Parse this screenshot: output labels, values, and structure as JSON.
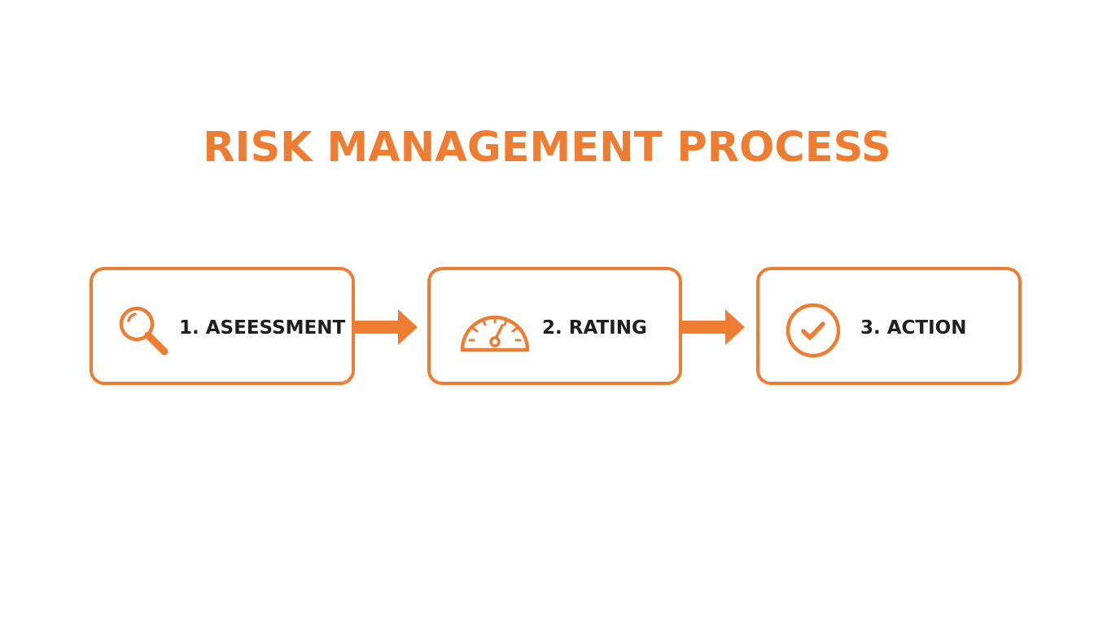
{
  "title": "RISK MANAGEMENT PROCESS",
  "accent_color": "#ee7d32",
  "steps": [
    {
      "label": "1. ASEESSMENT",
      "icon": "magnifying-glass-icon"
    },
    {
      "label": "2. RATING",
      "icon": "speedometer-gauge-icon"
    },
    {
      "label": "3. ACTION",
      "icon": "checkmark-circle-icon"
    }
  ]
}
